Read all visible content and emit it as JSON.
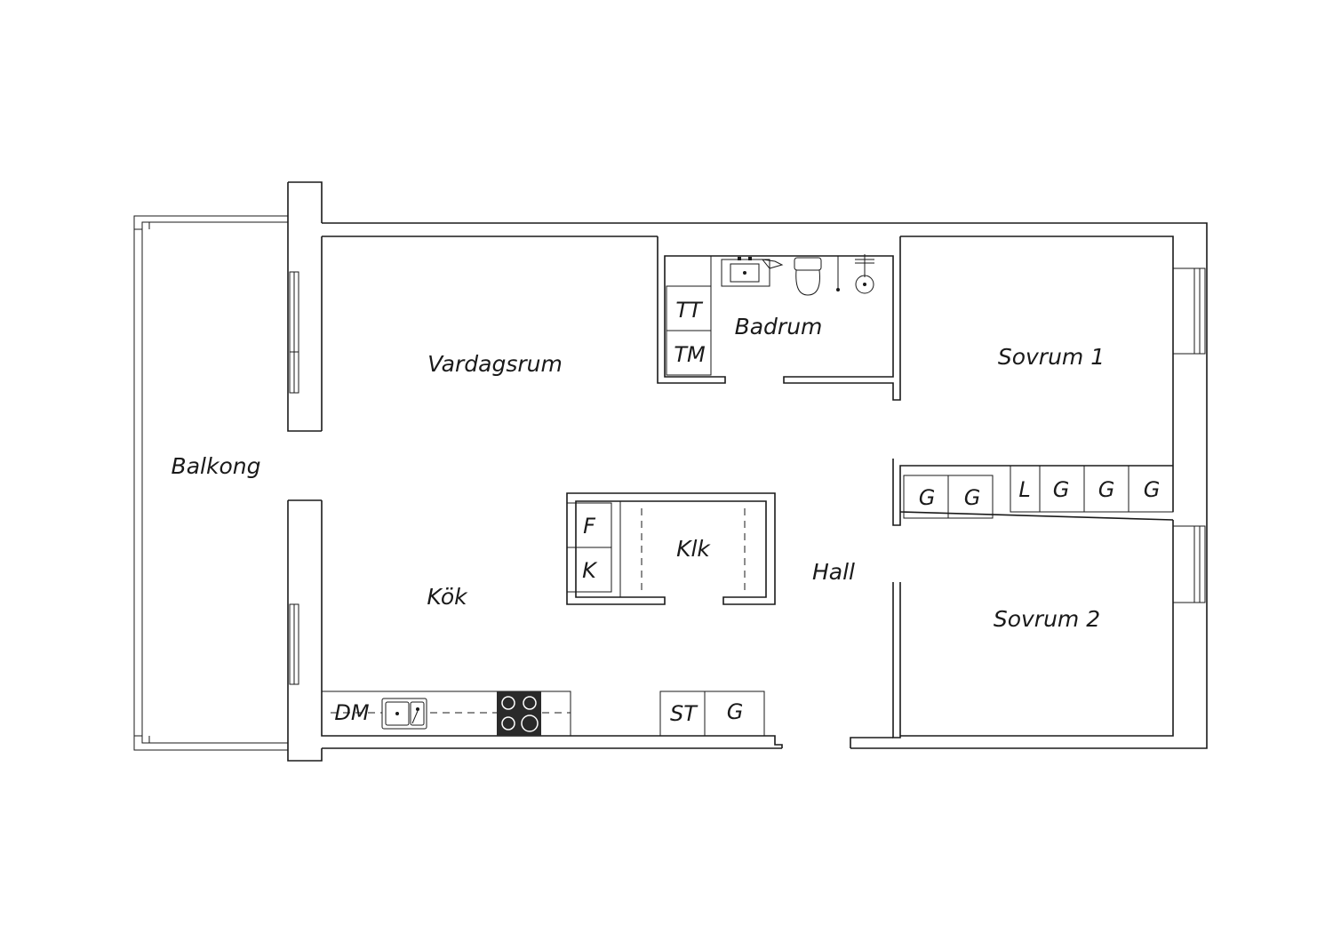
{
  "rooms": {
    "vardagsrum": "Vardagsrum",
    "badrum": "Badrum",
    "sovrum1": "Sovrum 1",
    "balkong": "Balkong",
    "klk": "Klk",
    "hall": "Hall",
    "kok": "Kök",
    "sovrum2": "Sovrum 2"
  },
  "fixtures": {
    "tt": "TT",
    "tm": "TM",
    "f": "F",
    "k": "K",
    "dm": "DM",
    "st": "ST",
    "g": "G",
    "l": "L"
  }
}
